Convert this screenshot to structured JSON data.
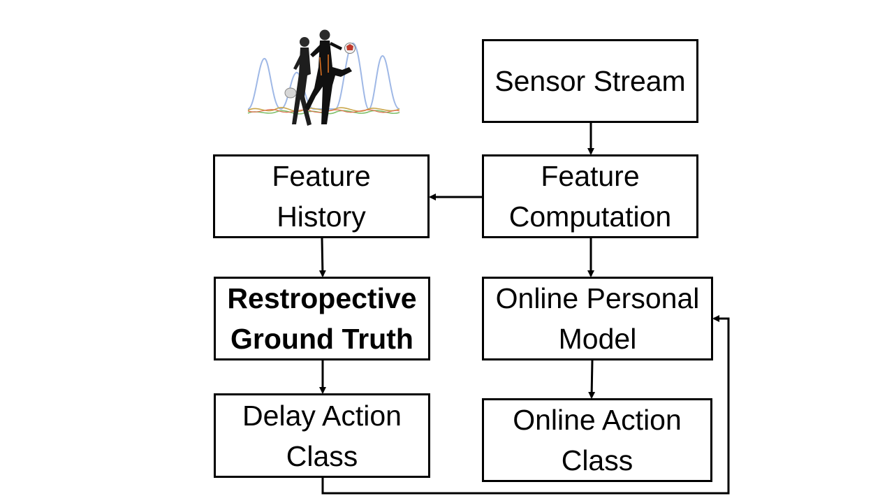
{
  "nodes": {
    "sensor_stream": {
      "label": "Sensor Stream"
    },
    "feature_computation": {
      "label": "Feature\nComputation"
    },
    "feature_history": {
      "label": "Feature\nHistory"
    },
    "retrospective_ground_truth": {
      "label": "Restropective\nGround Truth"
    },
    "online_personal_model": {
      "label": "Online Personal\nModel"
    },
    "delay_action_class": {
      "label": "Delay Action\nClass"
    },
    "online_action_class": {
      "label": "Online Action\nClass"
    }
  },
  "edges": [
    {
      "from": "sensor_stream",
      "to": "feature_computation"
    },
    {
      "from": "feature_computation",
      "to": "feature_history"
    },
    {
      "from": "feature_computation",
      "to": "online_personal_model"
    },
    {
      "from": "feature_history",
      "to": "retrospective_ground_truth"
    },
    {
      "from": "retrospective_ground_truth",
      "to": "delay_action_class"
    },
    {
      "from": "online_personal_model",
      "to": "online_action_class"
    },
    {
      "from": "delay_action_class",
      "to": "online_personal_model"
    }
  ],
  "illustration": {
    "icon": "athletes-with-sensor-signal-icon"
  }
}
